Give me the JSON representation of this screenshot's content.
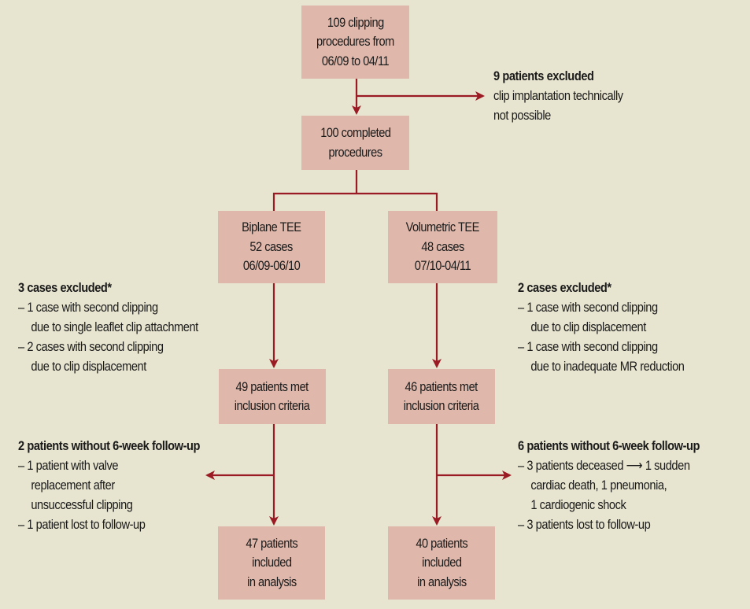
{
  "colors": {
    "background": "#e7e4cf",
    "box_fill": "#dfb8ab",
    "connector": "#9b1b24",
    "text": "#1a1a1a"
  },
  "boxes": {
    "initial": [
      "109 clipping",
      "procedures from",
      "06/09 to 04/11"
    ],
    "completed": [
      "100 completed",
      "procedures"
    ],
    "biplane": [
      "Biplane TEE",
      "52 cases",
      "06/09-06/10"
    ],
    "volumetric": [
      "Volumetric TEE",
      "48 cases",
      "07/10-04/11"
    ],
    "biplane_met": [
      "49 patients met",
      "inclusion criteria"
    ],
    "volumetric_met": [
      "46 patients met",
      "inclusion criteria"
    ],
    "biplane_included": [
      "47 patients",
      "included",
      "in analysis"
    ],
    "volumetric_included": [
      "40 patients",
      "included",
      "in analysis"
    ]
  },
  "notes": {
    "excluded_initial": {
      "title": "9 patients excluded",
      "lines": [
        "clip implantation technically",
        "not possible"
      ]
    },
    "excluded_biplane": {
      "title": "3 cases excluded*",
      "lines": [
        "– 1 case with second clipping",
        "due to single leaflet clip attachment",
        "– 2 cases with second clipping",
        "due to clip displacement"
      ]
    },
    "excluded_volumetric": {
      "title": "2 cases excluded*",
      "lines": [
        "– 1 case with second clipping",
        "due to clip displacement",
        "– 1 case with second clipping",
        "due to inadequate MR reduction"
      ]
    },
    "followup_biplane": {
      "title": "2 patients without 6-week follow-up",
      "lines": [
        "– 1 patient with valve",
        "replacement after",
        "unsuccessful clipping",
        "– 1 patient lost to follow-up"
      ]
    },
    "followup_volumetric": {
      "title": "6 patients without 6-week follow-up",
      "lines": [
        "– 3 patients deceased ⟶ 1 sudden",
        "cardiac death, 1 pneumonia,",
        "1 cardiogenic shock",
        "– 3 patients lost to follow-up"
      ]
    }
  }
}
